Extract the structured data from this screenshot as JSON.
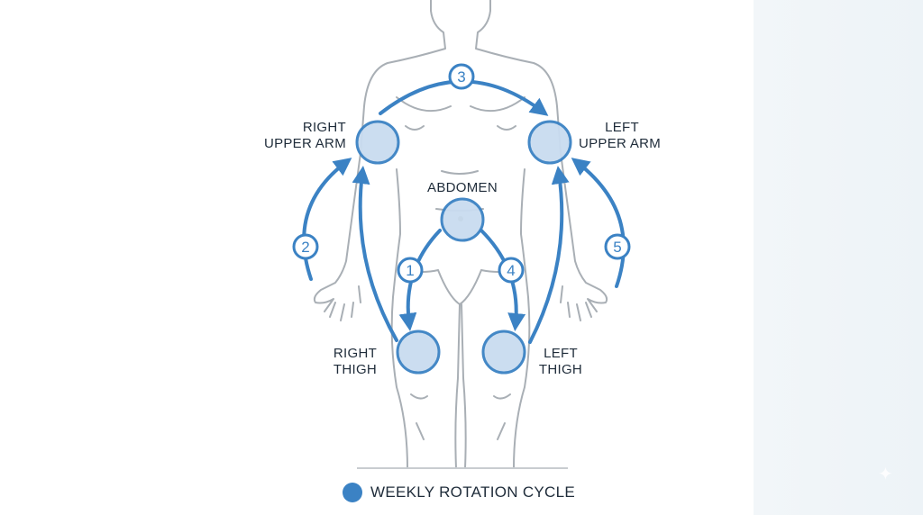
{
  "labels": {
    "right_upper_arm": [
      "RIGHT",
      "UPPER ARM"
    ],
    "left_upper_arm": [
      "LEFT",
      "UPPER ARM"
    ],
    "abdomen": "ABDOMEN",
    "right_thigh": [
      "RIGHT",
      "THIGH"
    ],
    "left_thigh": [
      "LEFT",
      "THIGH"
    ]
  },
  "steps": [
    "1",
    "2",
    "3",
    "4",
    "5"
  ],
  "legend": {
    "text": "WEEKLY ROTATION CYCLE"
  },
  "colors": {
    "accent": "#3b82c4",
    "site_fill": "#c9dcf0",
    "outline": "#a9afb5",
    "text": "#1f2c3a"
  },
  "icons": {
    "legend_marker": "blue-circle",
    "corner": "sparkle-icon"
  }
}
